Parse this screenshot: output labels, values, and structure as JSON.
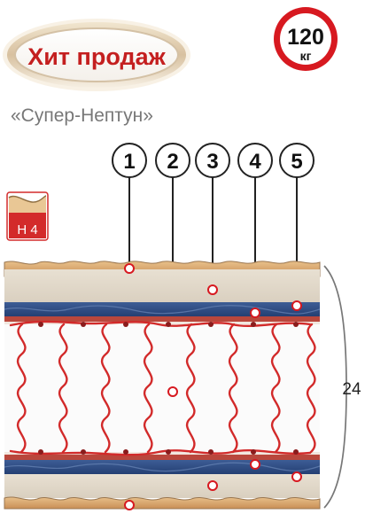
{
  "badge": {
    "label": "Хит продаж"
  },
  "weight": {
    "value": "120",
    "unit": "кг"
  },
  "product": {
    "name": "«Супер-Нептун»"
  },
  "hardness": {
    "label": "H 4"
  },
  "markers": [
    "1",
    "2",
    "3",
    "4",
    "5"
  ],
  "height": {
    "value": "24"
  },
  "colors": {
    "badge_text": "#c41f1f",
    "weight_ring": "#d71920",
    "spring": "#d22a2a",
    "pointer": "#222222",
    "hardness": "#d32b2b",
    "felt": "#e6dccd",
    "wool": "#2f4f86",
    "latex": "#cfa26e"
  },
  "icons": {
    "badge": "oval-badge",
    "weight": "weight-limit-circle",
    "hardness": "hardness-foam-icon",
    "markers": "numbered-circle-icon",
    "pointer": "leader-line-dot-icon",
    "height": "brace-icon"
  }
}
